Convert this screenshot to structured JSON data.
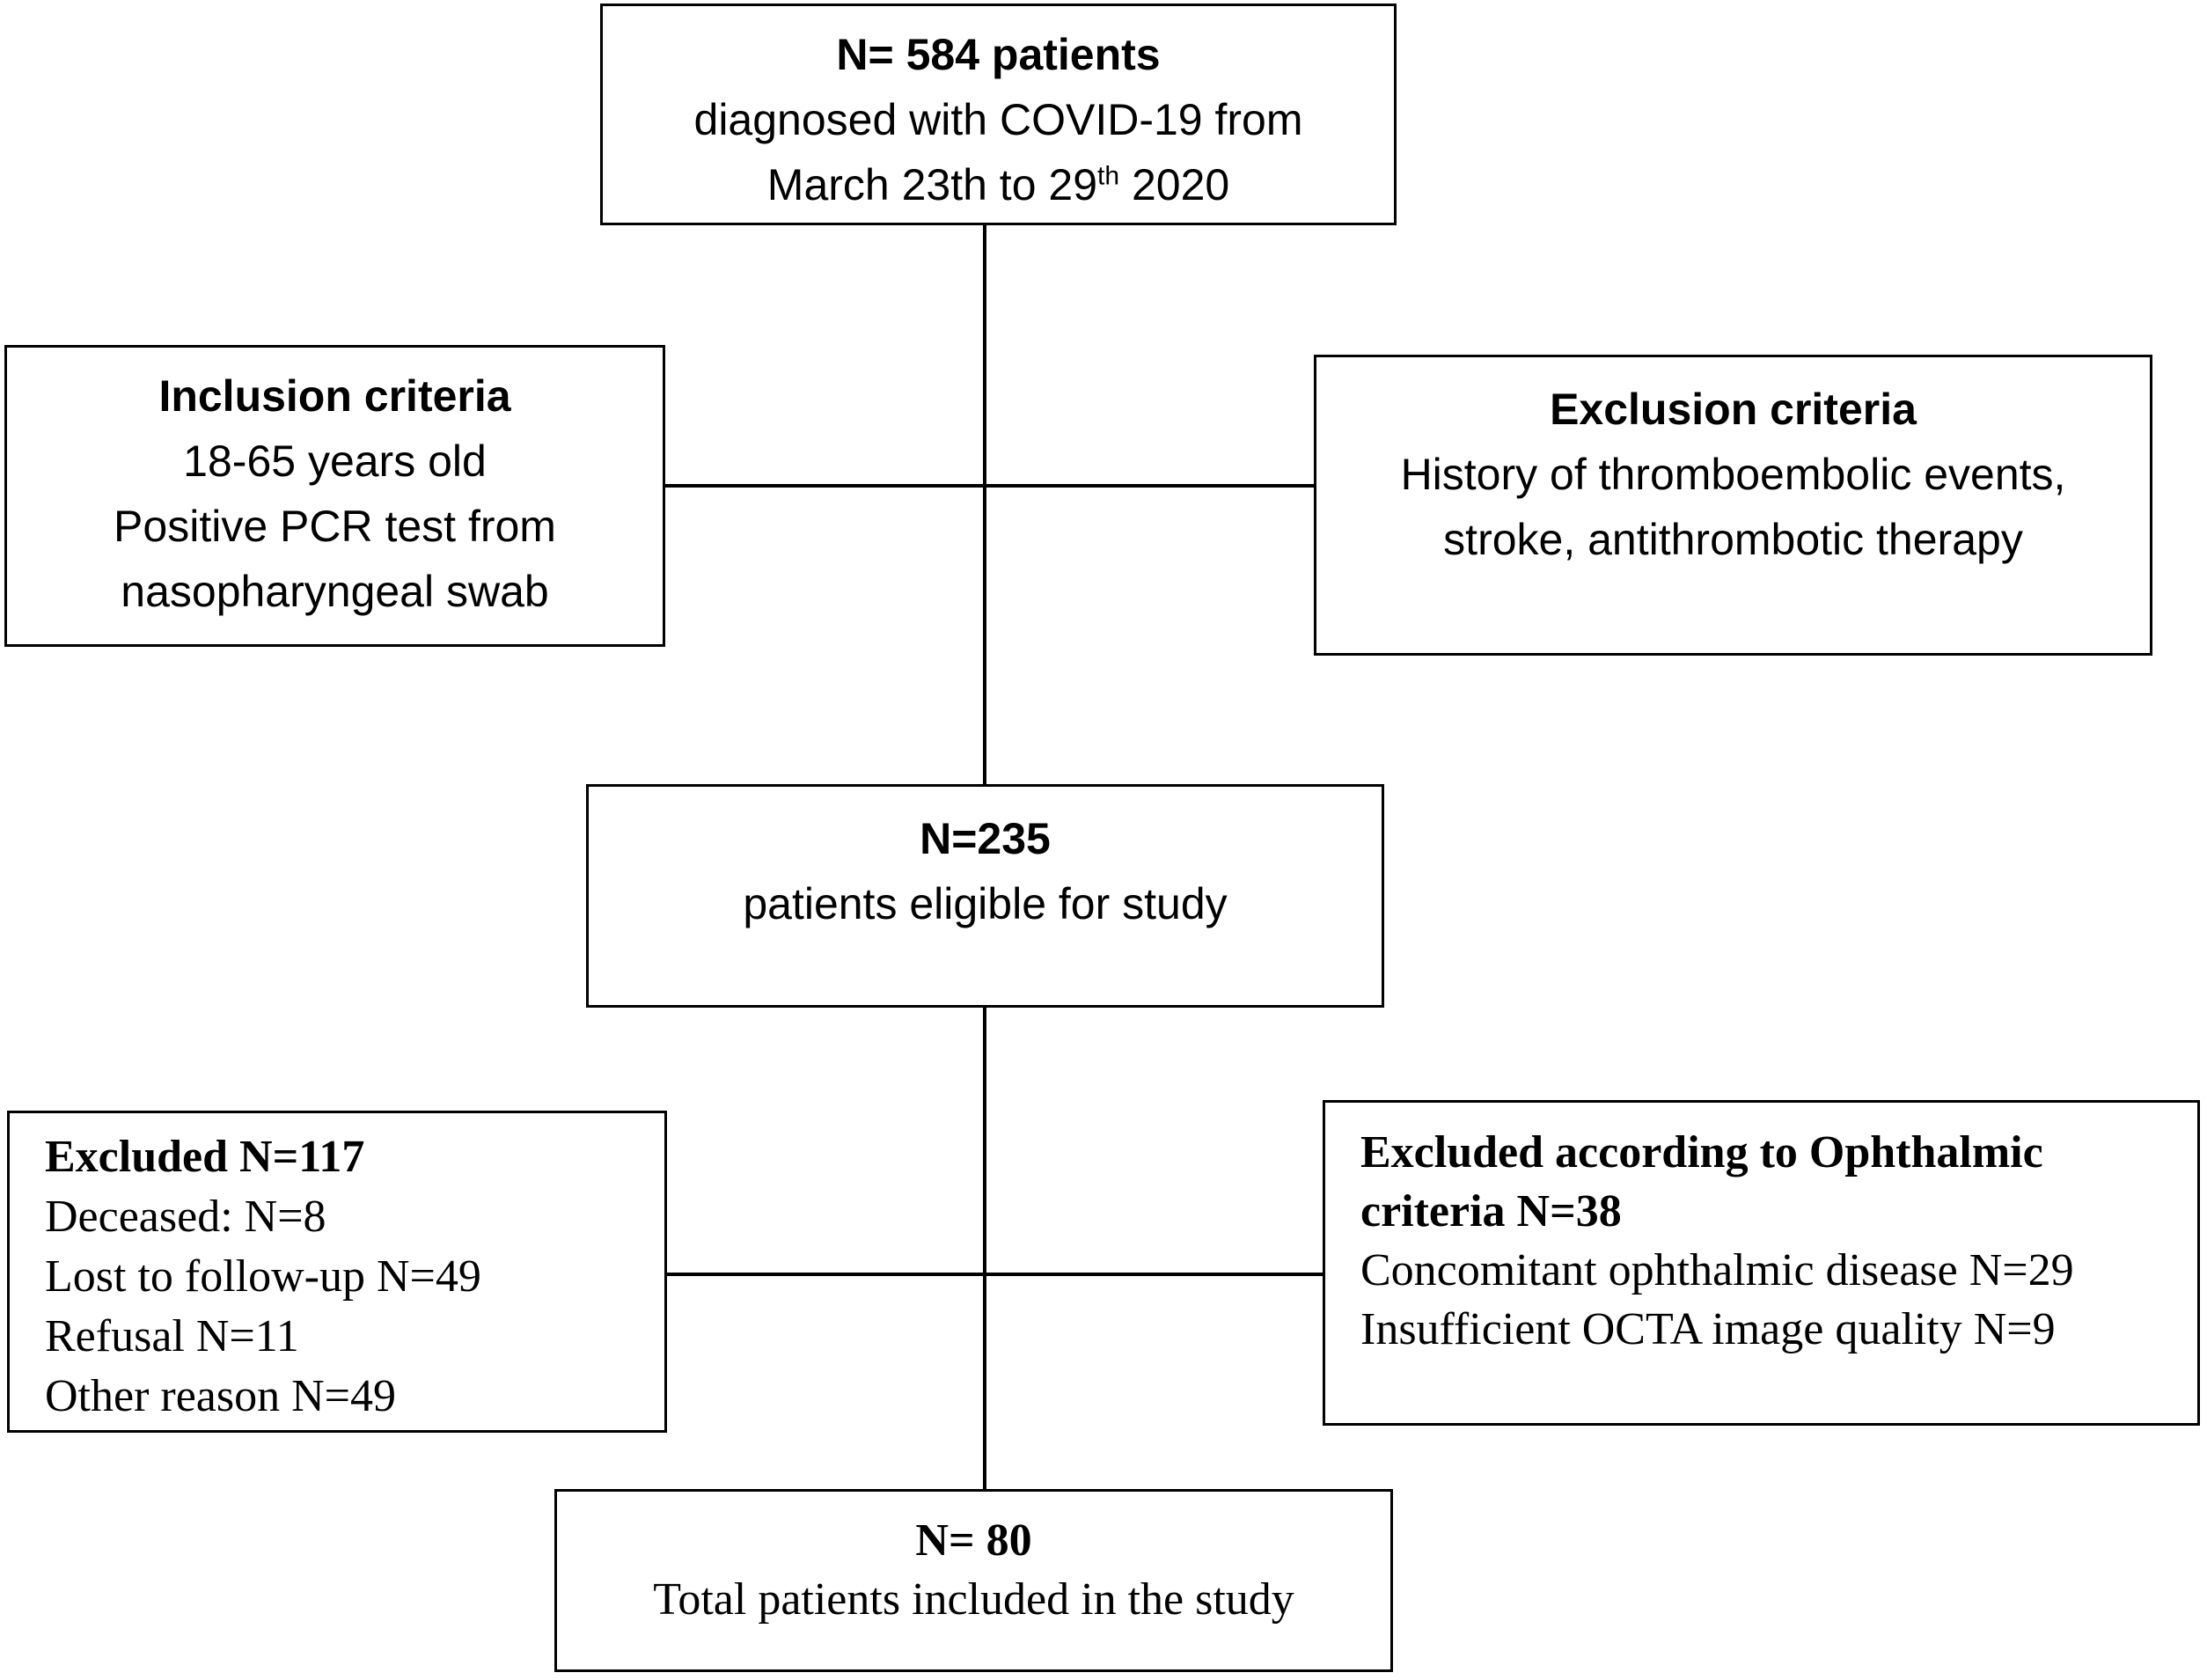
{
  "figure": {
    "background_color": "#ffffff",
    "box_border_color": "#000000",
    "text_color": "#000000"
  },
  "nodes": {
    "diagnosed": {
      "count": "N= 584 patients",
      "line2": "diagnosed with COVID-19 from",
      "date_pre": "March 23th to 29",
      "date_sup": "th",
      "date_post": " 2020"
    },
    "inclusion": {
      "title": "Inclusion criteria",
      "lines": [
        "18-65 years old",
        "Positive PCR test from",
        "nasopharyngeal swab"
      ]
    },
    "exclusion": {
      "title": "Exclusion criteria",
      "lines": [
        "History of thromboembolic events,",
        "stroke, antithrombotic therapy"
      ]
    },
    "eligible": {
      "count": "N=235",
      "line2": "patients eligible for study"
    },
    "excluded": {
      "title": "Excluded N=117",
      "lines": [
        "Deceased: N=8",
        "Lost to follow-up N=49",
        "Refusal N=11",
        "Other reason N=49"
      ]
    },
    "ophthalmic_excluded": {
      "title_lines": [
        "Excluded according to Ophthalmic",
        "criteria N=38"
      ],
      "lines": [
        "Concomitant ophthalmic disease N=29",
        "Insufficient OCTA image quality N=9"
      ]
    },
    "total": {
      "count": "N= 80",
      "line2": "Total patients included in the study"
    }
  }
}
